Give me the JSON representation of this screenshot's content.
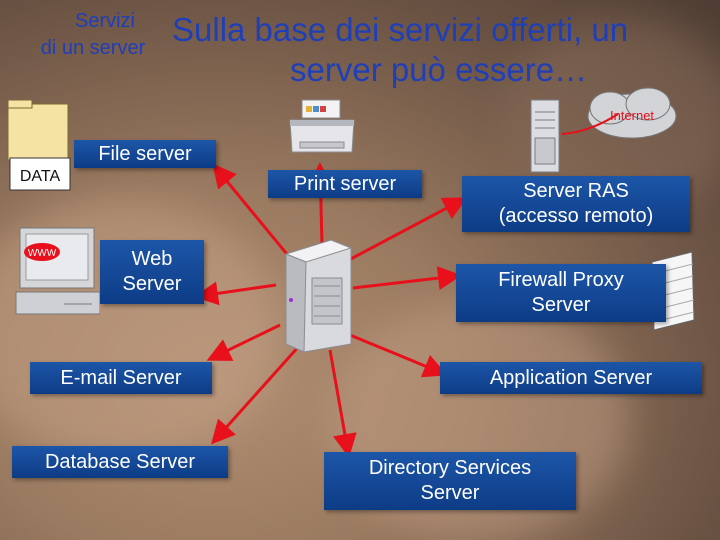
{
  "header": {
    "left_line1": "Servizi",
    "left_line2": "di un server",
    "title_line1": "Sulla base dei servizi offerti, un",
    "title_line2": "server può essere…"
  },
  "labels": {
    "file_server": "File server",
    "print_server": "Print server",
    "ras_line1": "Server RAS",
    "ras_line2": "(accesso remoto)",
    "web_line1": "Web",
    "web_line2": "Server",
    "firewall_line1": "Firewall Proxy",
    "firewall_line2": "Server",
    "email_server": "E-mail Server",
    "application_server": "Application Server",
    "database_server": "Database Server",
    "directory_line1": "Directory Services",
    "directory_line2": "Server"
  },
  "icons": {
    "data_folder_text": "DATA",
    "www_text": "WWW",
    "internet_text": "Internet"
  },
  "colors": {
    "title": "#1f3fb8",
    "label_bg": "#0d3c86",
    "arrow": "#e8101a"
  }
}
